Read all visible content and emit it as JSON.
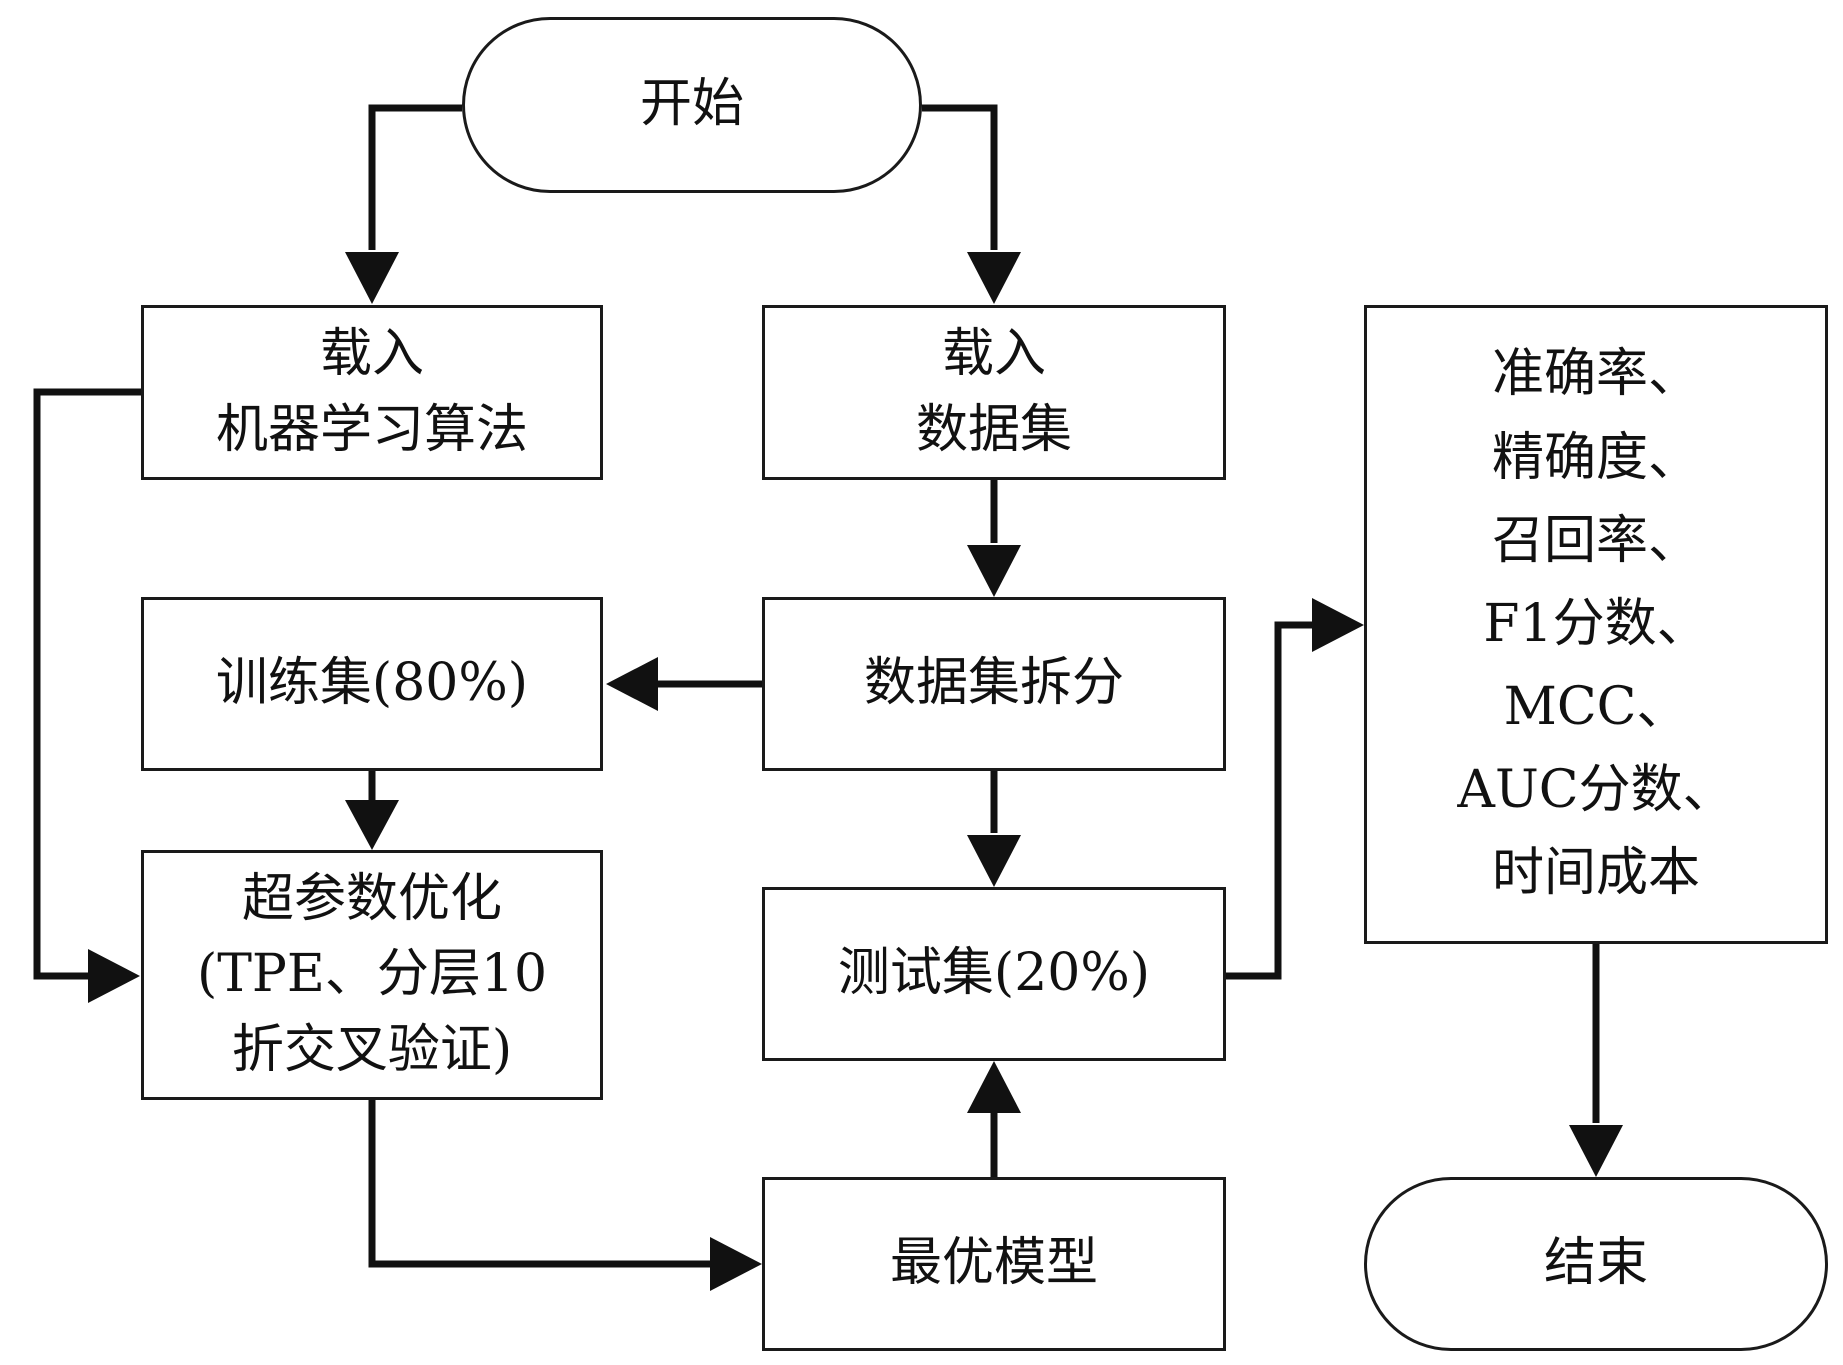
{
  "nodes": {
    "start": "开始",
    "load_algorithm": "载入\n机器学习算法",
    "load_dataset": "载入\n数据集",
    "split_dataset": "数据集拆分",
    "train_set": "训练集(80%)",
    "hyperparam_opt": "超参数优化\n(TPE、分层10\n折交叉验证)",
    "test_set": "测试集(20%)",
    "best_model": "最优模型",
    "metrics": "准确率、\n精确度、\n召回率、\nF1分数、\nMCC、\nAUC分数、\n时间成本",
    "end": "结束"
  }
}
